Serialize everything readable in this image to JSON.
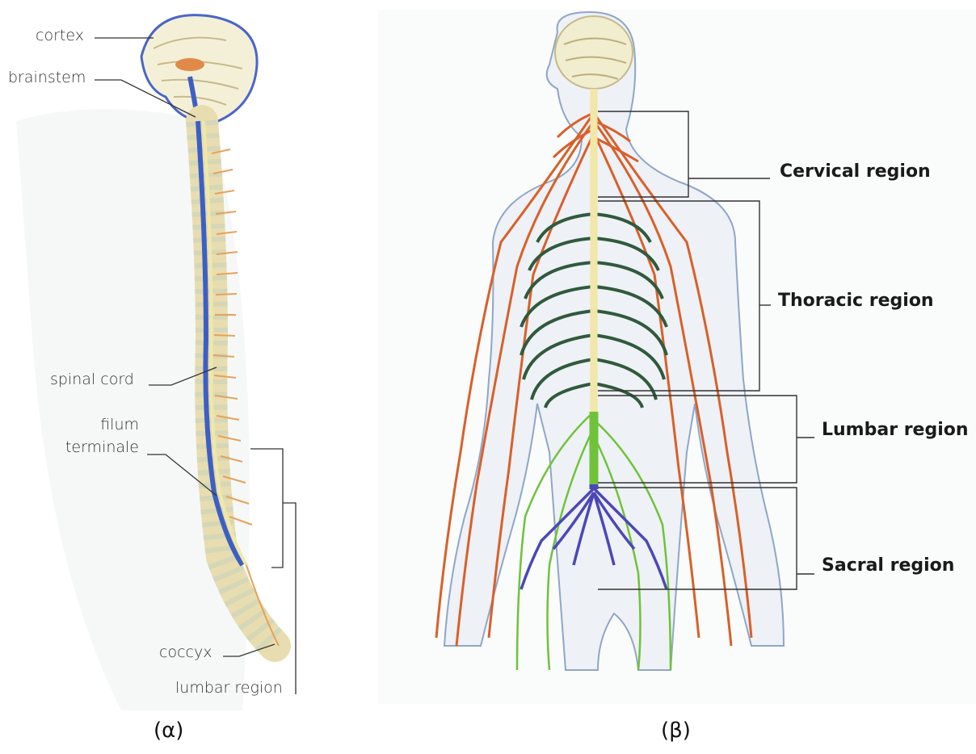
{
  "panel_a": {
    "labels": {
      "cortex": "cortex",
      "brainstem": "brainstem",
      "spinal_cord": "spinal cord",
      "filum_1": "filum",
      "filum_2": "terminale",
      "coccyx": "coccyx",
      "lumbar": "lumbar region"
    },
    "caption": "(α)"
  },
  "panel_b": {
    "labels": {
      "cervical": "Cervical region",
      "thoracic": "Thoracic region",
      "lumbar": "Lumbar region",
      "sacral": "Sacral region"
    },
    "caption": "(β)"
  },
  "colors": {
    "cord_blue": "#3d5fc4",
    "nerve_orange": "#d8602a",
    "thoracic_green": "#2f5a3c",
    "lumbar_green": "#6fc23a",
    "sacral_blue": "#4b47b8",
    "cord_cream": "#f1e7a6",
    "body_outline": "#8fa6c9"
  }
}
